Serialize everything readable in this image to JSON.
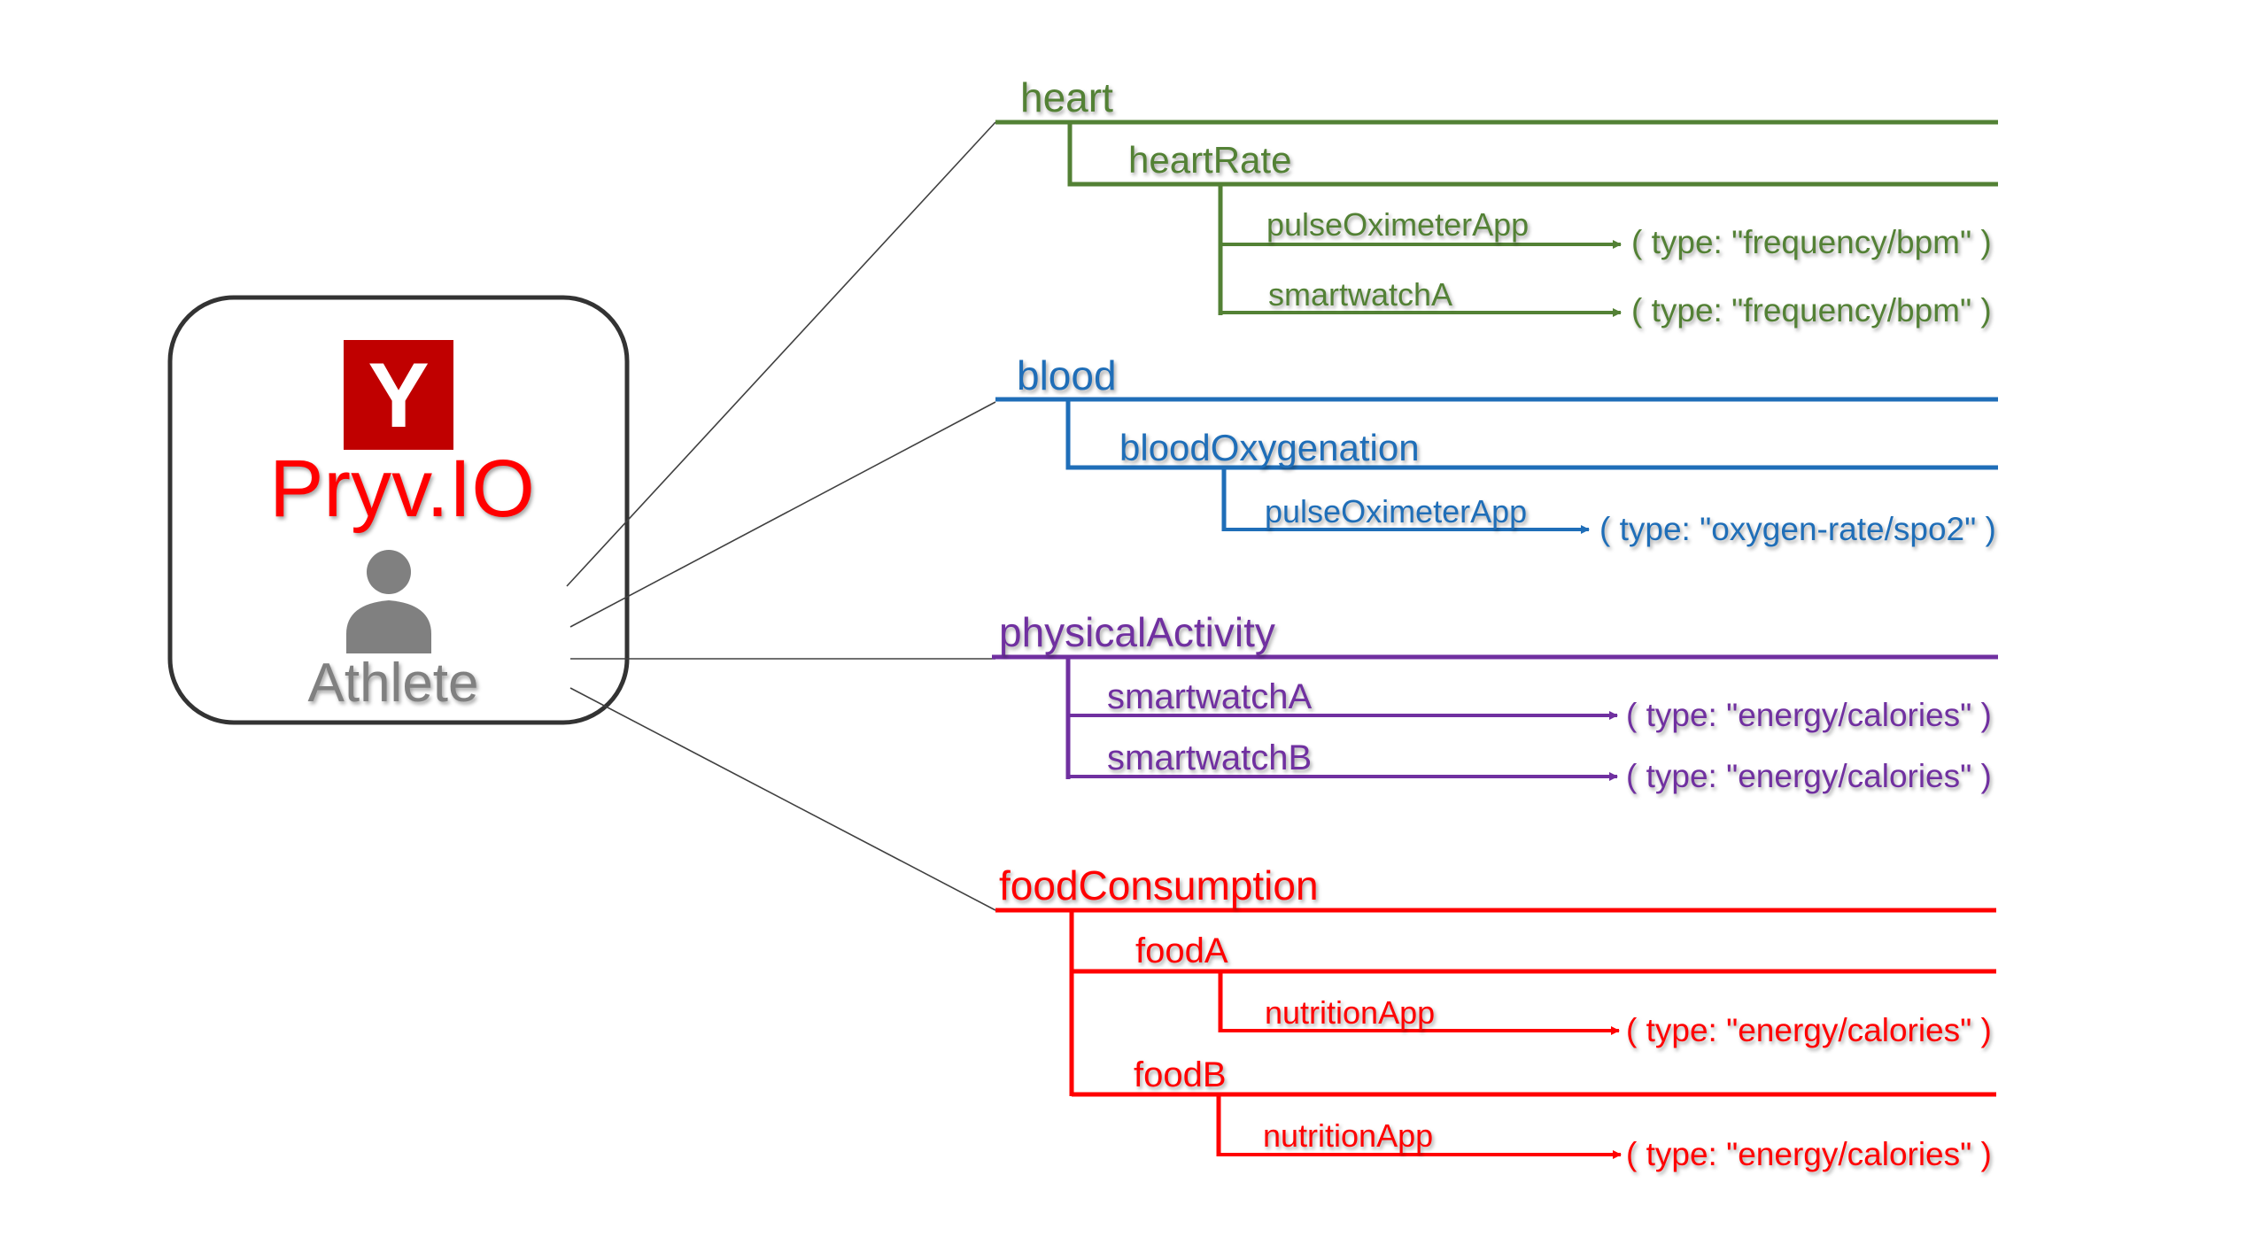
{
  "colors": {
    "heart": "#538135",
    "blood": "#1f6eb8",
    "physicalActivity": "#7030a0",
    "foodConsumption": "#ff0000",
    "brand": "#c00000",
    "brandText": "#ff0000",
    "person": "#808080",
    "connector": "#404040"
  },
  "account": {
    "logo_letter": "Y",
    "brand_name": "Pryv.IO",
    "user_label": "Athlete",
    "icon": "person-icon"
  },
  "streams": {
    "heart": {
      "label": "heart",
      "heartRate": {
        "label": "heartRate",
        "pulseOximeterApp": {
          "label": "pulseOximeterApp",
          "type": "( type: \"frequency/bpm\" )"
        },
        "smartwatchA": {
          "label": "smartwatchA",
          "type": "( type: \"frequency/bpm\" )"
        }
      }
    },
    "blood": {
      "label": "blood",
      "bloodOxygenation": {
        "label": "bloodOxygenation",
        "pulseOximeterApp": {
          "label": "pulseOximeterApp",
          "type": "( type: \"oxygen-rate/spo2\" )"
        }
      }
    },
    "physicalActivity": {
      "label": "physicalActivity",
      "smartwatchA": {
        "label": "smartwatchA",
        "type": "( type: \"energy/calories\" )"
      },
      "smartwatchB": {
        "label": "smartwatchB",
        "type": "( type: \"energy/calories\" )"
      }
    },
    "foodConsumption": {
      "label": "foodConsumption",
      "foodA": {
        "label": "foodA",
        "nutritionApp": {
          "label": "nutritionApp",
          "type": "( type: \"energy/calories\" )"
        }
      },
      "foodB": {
        "label": "foodB",
        "nutritionApp": {
          "label": "nutritionApp",
          "type": "( type: \"energy/calories\" )"
        }
      }
    }
  }
}
